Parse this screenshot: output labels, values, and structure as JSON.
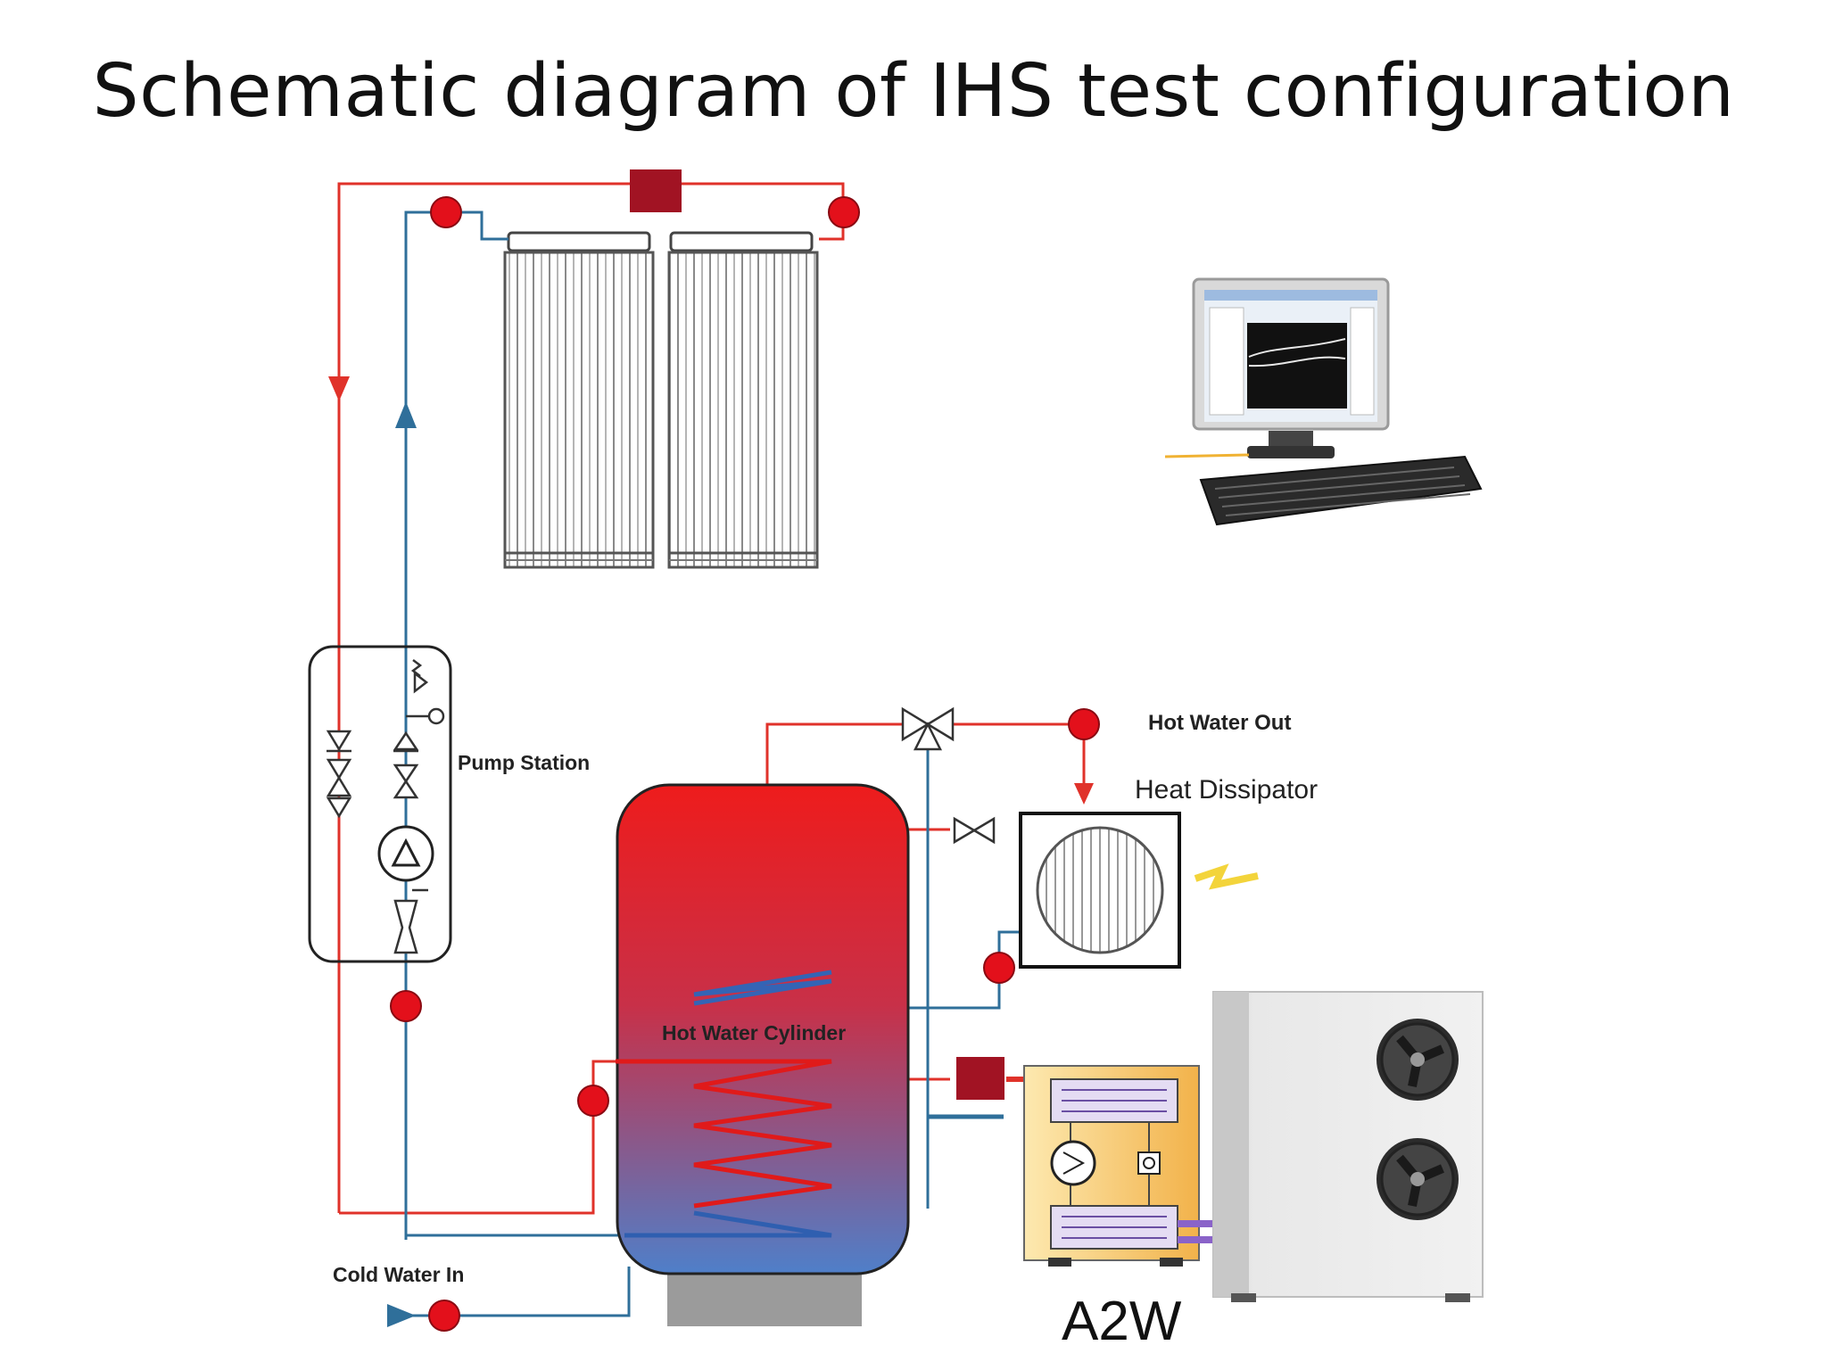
{
  "title": "Schematic diagram of IHS test configuration",
  "labels": {
    "pump_station": "Pump Station",
    "hot_water_out": "Hot Water Out",
    "heat_dissipator": "Heat Dissipator",
    "hot_water_cylinder": "Hot Water Cylinder",
    "cold_water_in": "Cold Water In",
    "a2w": "A2W"
  },
  "colors": {
    "hot_pipe": "#e0322a",
    "cold_pipe": "#2f6f9a",
    "sensor": "#e3101b",
    "meter": "#a11323"
  }
}
